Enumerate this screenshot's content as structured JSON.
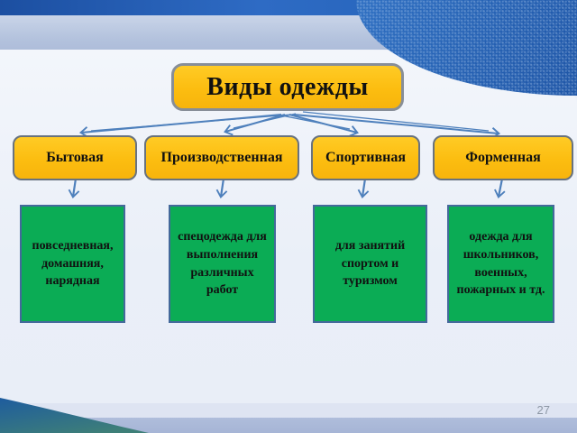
{
  "slide": {
    "title": "Виды одежды",
    "page_number": "27",
    "diagram_type": "tree",
    "categories": [
      {
        "label": "Бытовая",
        "description": "повседневная, домашняя, нарядная"
      },
      {
        "label": "Производственная",
        "description": "спецодежда для выполнения различных работ"
      },
      {
        "label": "Спортивная",
        "description": "для занятий спортом и туризмом"
      },
      {
        "label": "Форменная",
        "description": "одежда для школьников, военных, пожарных и тд."
      }
    ],
    "colors": {
      "node_fill": "#FCBD10",
      "leaf_fill": "#0BAC55",
      "leaf_border": "#44699B",
      "connector": "#4E80BC",
      "top_banner": "#2160B4",
      "bottom_band": "#A9B8D7",
      "text": "#111111"
    }
  }
}
